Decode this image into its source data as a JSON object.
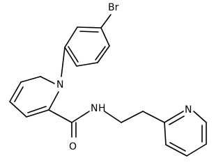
{
  "structure": {
    "atom_labels": {
      "bromine": "Br",
      "pyrrole_nitrogen": "N",
      "amide_nitrogen": "N",
      "amide_hydrogen": "H",
      "carbonyl_oxygen": "O",
      "pyridine_nitrogen": "N"
    },
    "colors": {
      "bond": "#000000",
      "label": "#000000",
      "background": "#ffffff"
    }
  }
}
